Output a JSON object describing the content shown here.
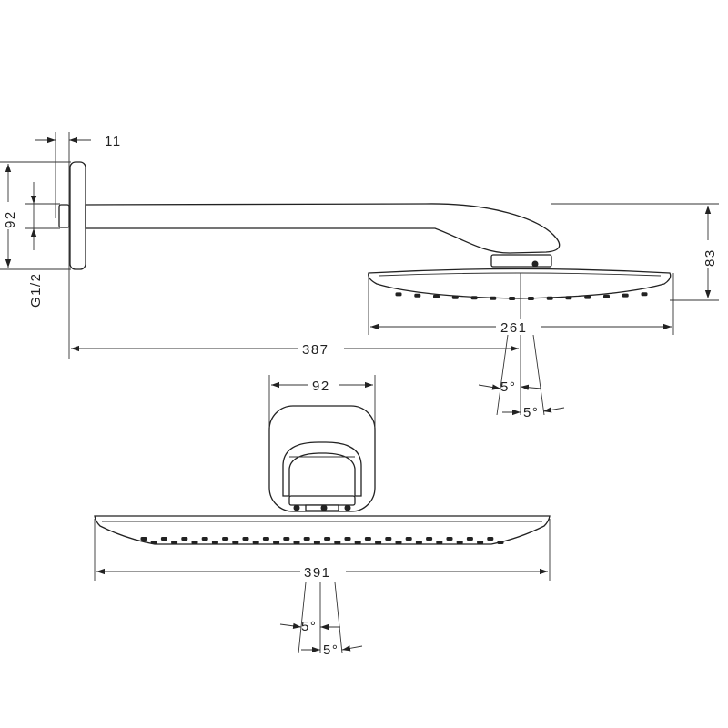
{
  "dimensions": {
    "d_11": "11",
    "d_92_side": "92",
    "d_g12": "G1/2",
    "d_83": "83",
    "d_261": "261",
    "d_387": "387",
    "d_5deg_a": "5°",
    "d_5deg_b": "5°",
    "d_92_front": "92",
    "d_391": "391",
    "d_5deg_c": "5°",
    "d_5deg_d": "5°"
  }
}
